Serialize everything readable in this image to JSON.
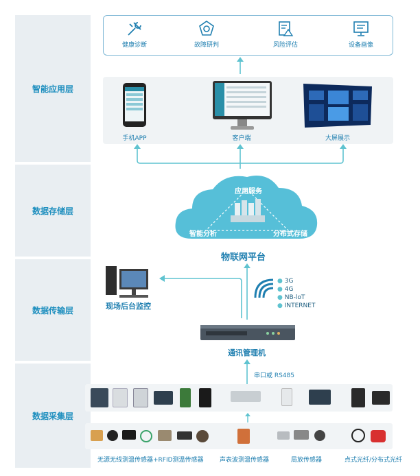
{
  "layers": [
    {
      "label": "智能应用层"
    },
    {
      "label": "数据存储层"
    },
    {
      "label": "数据传输层"
    },
    {
      "label": "数据采集层"
    }
  ],
  "top_functions": [
    {
      "label": "健康诊断",
      "icon": "tools-icon"
    },
    {
      "label": "故障研判",
      "icon": "network-node-icon"
    },
    {
      "label": "风险评估",
      "icon": "risk-document-icon"
    },
    {
      "label": "设备画像",
      "icon": "monitor-profile-icon"
    }
  ],
  "devices": [
    {
      "label": "手机APP"
    },
    {
      "label": "客户端"
    },
    {
      "label": "大屏展示"
    }
  ],
  "cloud": {
    "service": "应用服务",
    "analysis": "智能分析",
    "storage": "分布式存储",
    "platform": "物联网平台"
  },
  "transport": {
    "monitor": "现场后台监控",
    "networks": [
      "3G",
      "4G",
      "NB-loT",
      "INTERNET"
    ],
    "manager": "通讯管理机",
    "link": "串口或 RS485"
  },
  "sensors": [
    {
      "label": "无源无线测温传感器+RFID测温传感器"
    },
    {
      "label": "声表波测温传感器"
    },
    {
      "label": "局放传感器"
    },
    {
      "label": "点式光纤/分布式光纤"
    }
  ],
  "colors": {
    "accent": "#1f8fbf",
    "arrow": "#5fc3d0",
    "layer_bg": "#e9eef2"
  }
}
